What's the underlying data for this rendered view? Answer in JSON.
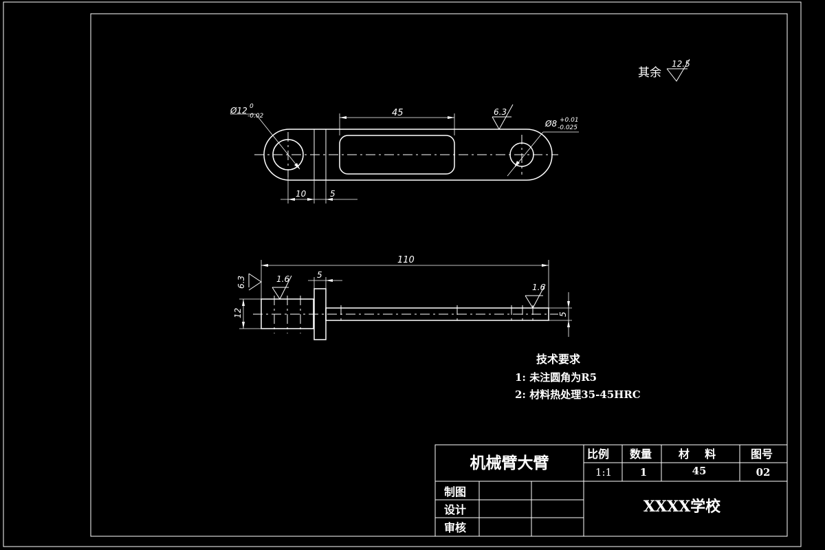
{
  "roughness_general": {
    "label": "其余",
    "value": "12.5"
  },
  "top_view": {
    "dia_left": "Ø12",
    "dia_left_tol_upper": "0",
    "dia_left_tol_lower": "-0.02",
    "slot_length": "45",
    "roughness": "6.3",
    "dia_right": "Ø8",
    "dia_right_tol_upper": "+0.01",
    "dia_right_tol_lower": "-0.025",
    "dim_a": "10",
    "dim_b": "5"
  },
  "side_view": {
    "total_length": "110",
    "roughness_left_side": "6.3",
    "roughness_left_top": "1.6",
    "collar_width": "5",
    "roughness_right": "1.6",
    "height_left": "12",
    "height_right": "5"
  },
  "tech_requirements": {
    "title": "技术要求",
    "items": [
      "1: 未注圆角为R5",
      "2: 材料热处理35-45HRC"
    ]
  },
  "title_block": {
    "part_name": "机械臂大臂",
    "scale_label": "比例",
    "scale_value": "1:1",
    "qty_label": "数量",
    "qty_value": "1",
    "material_label": "材    料",
    "material_value": "45",
    "drawing_no_label": "图号",
    "drawing_no_value": "02",
    "drawn_label": "制图",
    "design_label": "设计",
    "review_label": "审核",
    "school": "XXXX学校"
  }
}
